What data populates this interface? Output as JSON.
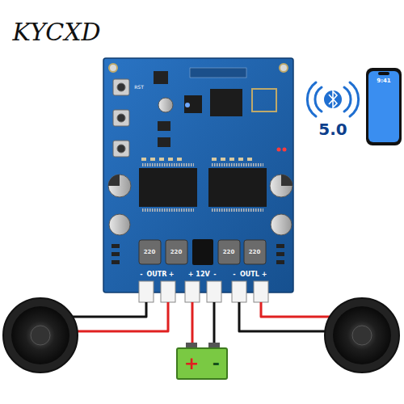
{
  "diagram": {
    "nodes": [
      {
        "text": [
          "+",
          "-"
        ]
      }
    ],
    "labels": [
      "KYCXD",
      "5.0",
      "9:41",
      "-",
      "OUTR",
      "+",
      "+",
      "12V",
      "-",
      "-",
      "OUTL",
      "+",
      "RST",
      "220",
      "220",
      "220",
      "220"
    ]
  }
}
